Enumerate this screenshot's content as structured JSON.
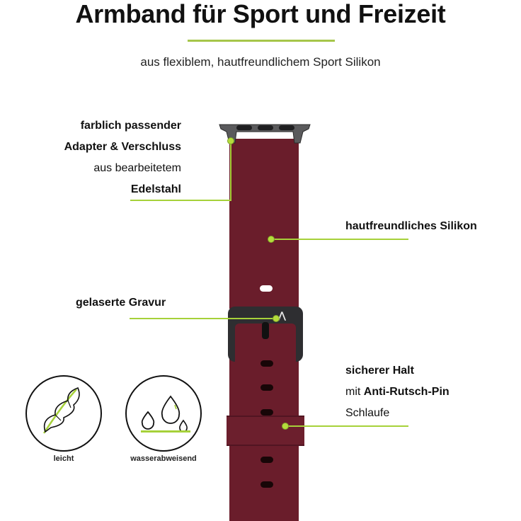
{
  "header": {
    "title": "Armband für Sport und Freizeit",
    "subtitle": "aus flexiblem, hautfreundlichem Sport Silikon"
  },
  "callouts": {
    "adapter": {
      "line1": "farblich passender",
      "line2": "Adapter & Verschluss",
      "line3": "aus bearbeitetem",
      "line4": "Edelstahl"
    },
    "silikon": {
      "label": "hautfreundliches Silikon"
    },
    "gravur": {
      "label": "gelaserte Gravur"
    },
    "halt": {
      "line1": "sicherer Halt",
      "line2_prefix": "mit ",
      "line2_bold": "Anti-Rutsch-Pin",
      "line3": "Schlaufe"
    }
  },
  "features": [
    {
      "icon": "feather-icon",
      "label": "leicht"
    },
    {
      "icon": "water-drops-icon",
      "label": "wasserabweisend"
    }
  ],
  "colors": {
    "band": "#6a1d2b",
    "accent_green": "#a6d13a",
    "metal": "#2e2e31"
  }
}
